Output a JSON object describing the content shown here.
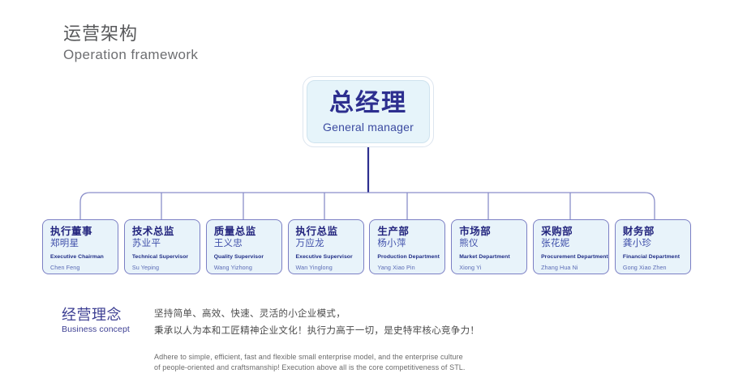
{
  "header": {
    "title_cn": "运营架构",
    "title_en": "Operation framework"
  },
  "manager": {
    "title_cn": "总经理",
    "title_en": "General manager"
  },
  "departments": [
    {
      "title_cn": "执行董事",
      "person_cn": "郑明星",
      "title_en": "Executive Chairman",
      "person_en": "Chen Feng"
    },
    {
      "title_cn": "技术总监",
      "person_cn": "苏业平",
      "title_en": "Technical Supervisor",
      "person_en": "Su Yeping"
    },
    {
      "title_cn": "质量总监",
      "person_cn": "王义忠",
      "title_en": "Quality Supervisor",
      "person_en": "Wang Yizhong"
    },
    {
      "title_cn": "执行总监",
      "person_cn": "万应龙",
      "title_en": "Executive Supervisor",
      "person_en": "Wan Yinglong"
    },
    {
      "title_cn": "生产部",
      "person_cn": "杨小萍",
      "title_en": "Production Department",
      "person_en": "Yang Xiao Pin"
    },
    {
      "title_cn": "市场部",
      "person_cn": "熊仪",
      "title_en": "Market Department",
      "person_en": "Xiong Yi"
    },
    {
      "title_cn": "采购部",
      "person_cn": "张花妮",
      "title_en": "Procurement Department",
      "person_en": "Zhang Hua Ni"
    },
    {
      "title_cn": "财务部",
      "person_cn": "龚小珍",
      "title_en": "Financial Department",
      "person_en": "Gong Xiao Zhen"
    }
  ],
  "concept": {
    "label_cn": "经营理念",
    "label_en": "Business concept",
    "line1_cn": "坚持简单、高效、快速、灵活的小企业模式，",
    "line2_cn": "秉承以人为本和工匠精神企业文化！执行力高于一切，是史特牢核心竞争力！",
    "line1_en": "Adhere to simple, efficient, fast and flexible small enterprise model, and the enterprise culture",
    "line2_en": "of people-oriented and craftsmanship! Execution above all is the core competitiveness of STL."
  },
  "colors": {
    "node_fill": "#e8f3fa",
    "node_border": "#7b7fc4",
    "accent_navy": "#23257e",
    "accent_blue": "#3f4faa",
    "connector": "#8a8ec9",
    "stem": "#2d2f8f",
    "header_gray": "#58595b"
  }
}
